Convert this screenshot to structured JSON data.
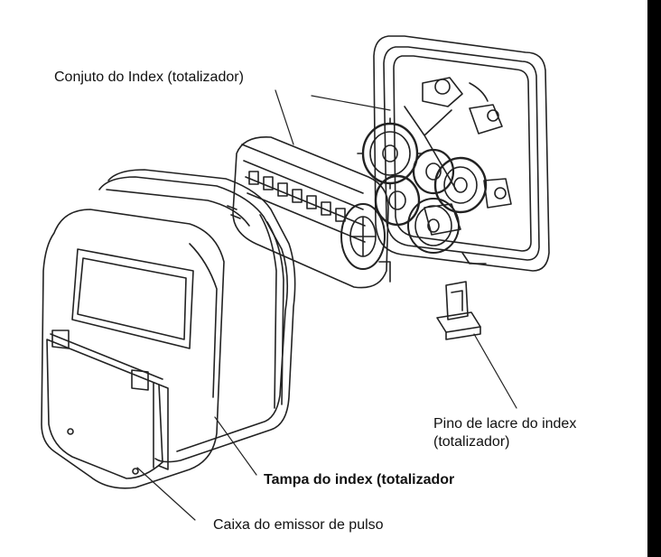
{
  "labels": {
    "index_assembly": "Conjuto do Index (totalizador)",
    "seal_pin_line1": "Pino de lacre do index",
    "seal_pin_line2": "(totalizador)",
    "index_cover": "Tampa do index (totalizador",
    "pulse_box": "Caixa do emissor de pulso"
  },
  "colors": {
    "line": "#222222",
    "background": "#ffffff",
    "frame": "#000000"
  }
}
